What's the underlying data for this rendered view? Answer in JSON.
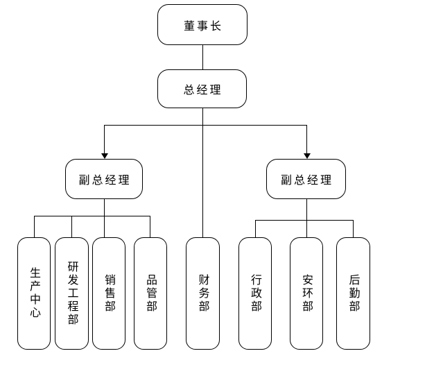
{
  "org_chart": {
    "type": "organization-chart",
    "nodes": {
      "chairman": {
        "label": "董事长"
      },
      "general_manager": {
        "label": "总经理"
      },
      "deputy_gm_left": {
        "label": "副总经理"
      },
      "deputy_gm_right": {
        "label": "副总经理"
      },
      "production_center": {
        "label": "生产中心"
      },
      "rd_engineering": {
        "label": "研发工程部"
      },
      "sales": {
        "label": "销售部"
      },
      "quality": {
        "label": "品管部"
      },
      "finance": {
        "label": "财务部"
      },
      "administration": {
        "label": "行政部"
      },
      "safety_environment": {
        "label": "安环部"
      },
      "logistics": {
        "label": "后勤部"
      }
    },
    "edges": [
      {
        "from": "chairman",
        "to": "general_manager",
        "arrow": false
      },
      {
        "from": "general_manager",
        "to": "deputy_gm_left",
        "arrow": true
      },
      {
        "from": "general_manager",
        "to": "deputy_gm_right",
        "arrow": true
      },
      {
        "from": "general_manager",
        "to": "finance",
        "arrow": false
      },
      {
        "from": "deputy_gm_left",
        "to": "production_center",
        "arrow": false
      },
      {
        "from": "deputy_gm_left",
        "to": "rd_engineering",
        "arrow": false
      },
      {
        "from": "deputy_gm_left",
        "to": "sales",
        "arrow": false
      },
      {
        "from": "deputy_gm_left",
        "to": "quality",
        "arrow": false
      },
      {
        "from": "deputy_gm_right",
        "to": "administration",
        "arrow": false
      },
      {
        "from": "deputy_gm_right",
        "to": "safety_environment",
        "arrow": false
      },
      {
        "from": "deputy_gm_right",
        "to": "logistics",
        "arrow": false
      }
    ],
    "colors": {
      "background": "#ffffff",
      "box_fill": "#ffffff",
      "box_border": "#000000",
      "line": "#000000",
      "text": "#000000"
    }
  }
}
